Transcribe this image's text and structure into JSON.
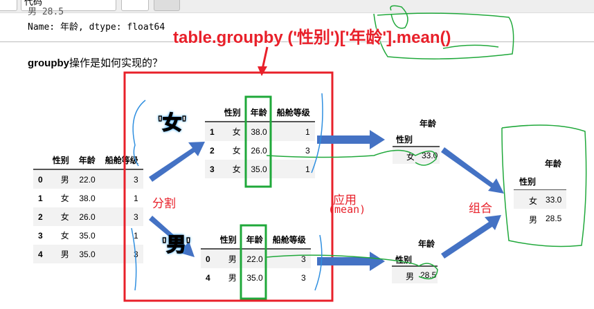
{
  "toolbar": {
    "input_text": "代码"
  },
  "output": {
    "line1": "男    28.5",
    "line2": "Name: 年龄, dtype: float64"
  },
  "question": {
    "bold": "groupby",
    "rest": "操作是如何实现的？"
  },
  "annotation": {
    "title": "table.groupby ('性别')['年龄'].mean()",
    "split": "分割",
    "apply": "应用",
    "apply_sub": "(mean)",
    "combine": "组合",
    "female_key": "'女'",
    "male_key": "'男'"
  },
  "full_table": {
    "columns": [
      "性别",
      "年龄",
      "船舱等级"
    ],
    "rows": [
      [
        "0",
        "男",
        "22.0",
        "3"
      ],
      [
        "1",
        "女",
        "38.0",
        "1"
      ],
      [
        "2",
        "女",
        "26.0",
        "3"
      ],
      [
        "3",
        "女",
        "35.0",
        "1"
      ],
      [
        "4",
        "男",
        "35.0",
        "3"
      ]
    ]
  },
  "female_table": {
    "columns": [
      "性别",
      "年龄",
      "船舱等级"
    ],
    "rows": [
      [
        "1",
        "女",
        "38.0",
        "1"
      ],
      [
        "2",
        "女",
        "26.0",
        "3"
      ],
      [
        "3",
        "女",
        "35.0",
        "1"
      ]
    ]
  },
  "male_table": {
    "columns": [
      "性别",
      "年龄",
      "船舱等级"
    ],
    "rows": [
      [
        "0",
        "男",
        "22.0",
        "3"
      ],
      [
        "4",
        "男",
        "35.0",
        "3"
      ]
    ]
  },
  "female_mean": {
    "col": "年龄",
    "index": "性别",
    "key": "女",
    "value": "33.0"
  },
  "male_mean": {
    "col": "年龄",
    "index": "性别",
    "key": "男",
    "value": "28.5"
  },
  "result": {
    "col": "年龄",
    "index": "性别",
    "rows": [
      [
        "女",
        "33.0"
      ],
      [
        "男",
        "28.5"
      ]
    ]
  },
  "colors": {
    "red": "#e8202a",
    "green": "#1fa83a",
    "blue": "#4472c4"
  }
}
